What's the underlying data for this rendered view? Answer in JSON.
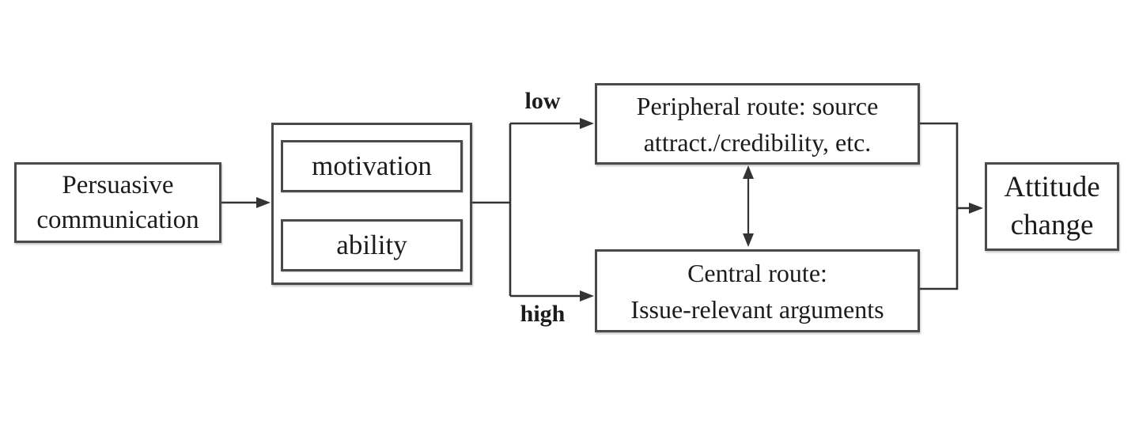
{
  "nodes": {
    "persuasive": {
      "label": "Persuasive\ncommunication"
    },
    "motivation": {
      "label": "motivation"
    },
    "ability": {
      "label": "ability"
    },
    "peripheral": {
      "label": "Peripheral route: source\nattract./credibility, etc."
    },
    "central": {
      "label": "Central route:\nIssue-relevant arguments"
    },
    "attitude": {
      "label": "Attitude\nchange"
    }
  },
  "edge_labels": {
    "low": "low",
    "high": "high"
  },
  "colors": {
    "background": "#ffffff",
    "box_border": "#4a4a4a",
    "line": "#333333",
    "text": "#1c1c1c"
  }
}
